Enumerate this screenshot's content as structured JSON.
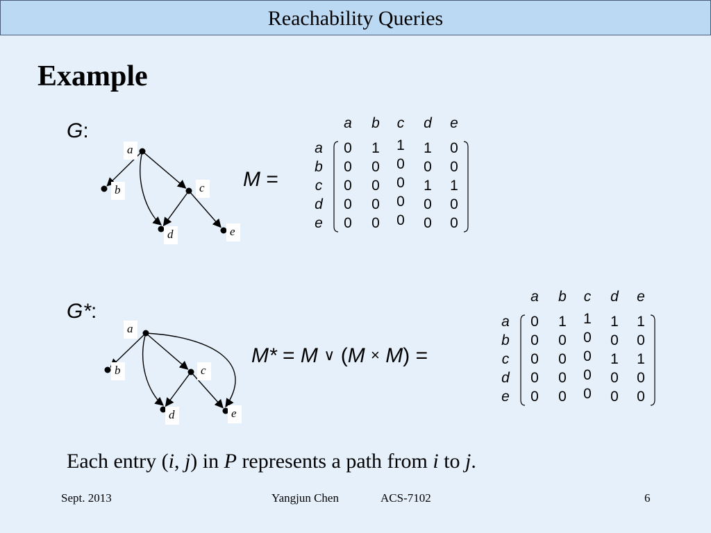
{
  "header": {
    "title": "Reachability Queries"
  },
  "slide": {
    "heading": "Example"
  },
  "graph_g": {
    "label": "G",
    "nodes": [
      "a",
      "b",
      "c",
      "d",
      "e"
    ],
    "edges": [
      [
        "a",
        "b"
      ],
      [
        "a",
        "c"
      ],
      [
        "a",
        "d"
      ],
      [
        "c",
        "d"
      ],
      [
        "c",
        "e"
      ]
    ]
  },
  "graph_gstar": {
    "label": "G*",
    "nodes": [
      "a",
      "b",
      "c",
      "d",
      "e"
    ],
    "edges": [
      [
        "a",
        "b"
      ],
      [
        "a",
        "c"
      ],
      [
        "a",
        "d"
      ],
      [
        "a",
        "e"
      ],
      [
        "c",
        "d"
      ],
      [
        "c",
        "e"
      ]
    ]
  },
  "matrix_m": {
    "lhs": "M",
    "equals": "=",
    "col_headers": [
      "a",
      "b",
      "c",
      "d",
      "e"
    ],
    "row_headers": [
      "a",
      "b",
      "c",
      "d",
      "e"
    ],
    "values": [
      [
        0,
        1,
        1,
        1,
        0
      ],
      [
        0,
        0,
        0,
        0,
        0
      ],
      [
        0,
        0,
        0,
        1,
        1
      ],
      [
        0,
        0,
        0,
        0,
        0
      ],
      [
        0,
        0,
        0,
        0,
        0
      ]
    ]
  },
  "matrix_mstar": {
    "lhs": "M*",
    "equals": "=",
    "m": "M",
    "or_op": "∨",
    "paren_open": "(",
    "times_op": "×",
    "paren_close": ")",
    "col_headers": [
      "a",
      "b",
      "c",
      "d",
      "e"
    ],
    "row_headers": [
      "a",
      "b",
      "c",
      "d",
      "e"
    ],
    "values": [
      [
        0,
        1,
        1,
        1,
        1
      ],
      [
        0,
        0,
        0,
        0,
        0
      ],
      [
        0,
        0,
        0,
        1,
        1
      ],
      [
        0,
        0,
        0,
        0,
        0
      ],
      [
        0,
        0,
        0,
        0,
        0
      ]
    ]
  },
  "caption": {
    "prefix": "Each entry (",
    "i": "i",
    "comma": ", ",
    "j": "j",
    "mid": ") in ",
    "p": "P",
    "mid2": " represents a path from ",
    "i2": "i",
    "to": " to ",
    "j2": "j",
    "end": "."
  },
  "footer": {
    "date": "Sept. 2013",
    "author": "Yangjun Chen",
    "course": "ACS-7102",
    "page": "6"
  }
}
